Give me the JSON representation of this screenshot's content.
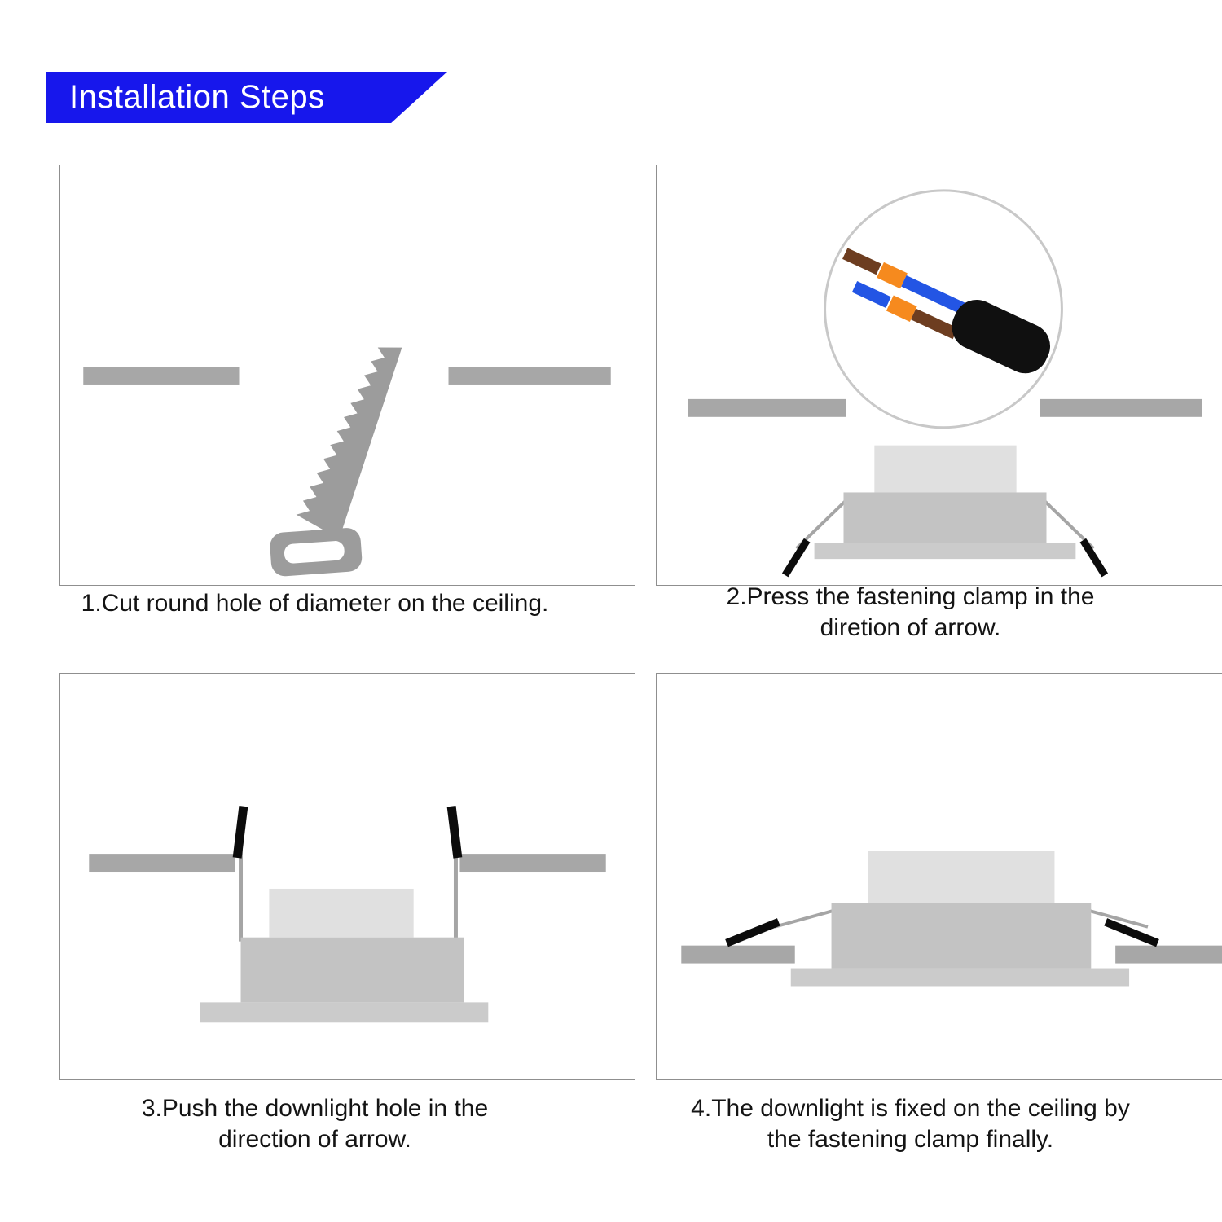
{
  "header": {
    "title": "Installation Steps"
  },
  "steps": [
    {
      "number": 1,
      "illustration": "saw-cutting-hole-in-ceiling",
      "caption_lines": [
        "1.Cut round hole of diameter on the ceiling."
      ]
    },
    {
      "number": 2,
      "illustration": "wire-connection-detail-and-downlight-clamps",
      "caption_lines": [
        "2.Press the fastening clamp in the",
        "diretion of arrow."
      ]
    },
    {
      "number": 3,
      "illustration": "downlight-pushed-into-ceiling-hole",
      "caption_lines": [
        "3.Push the downlight hole in the",
        "direction of arrow."
      ]
    },
    {
      "number": 4,
      "illustration": "downlight-fixed-by-fastening-clamps",
      "caption_lines": [
        "4.The downlight is fixed on the ceiling by",
        "the fastening clamp finally."
      ]
    }
  ],
  "colors": {
    "banner_blue": "#1717ec",
    "banner_text": "#ffffff",
    "panel_border": "#8f8f8f",
    "caption_text": "#141414",
    "saw_gray": "#9c9c9c",
    "ceiling_gray": "#a7a7a7",
    "body_gray": "#c3c3c3",
    "driver_gray": "#e0e0e0",
    "flange_gray": "#cbcbcb",
    "clamp_arm_gray": "#a5a5a5",
    "clamp_tip_black": "#0c0c0c",
    "circle_stroke": "#c8c8c8",
    "cable_black": "#101010",
    "wire_blue": "#2355e4",
    "wire_brown": "#6d3d20",
    "connector_orange": "#f68a1e"
  }
}
